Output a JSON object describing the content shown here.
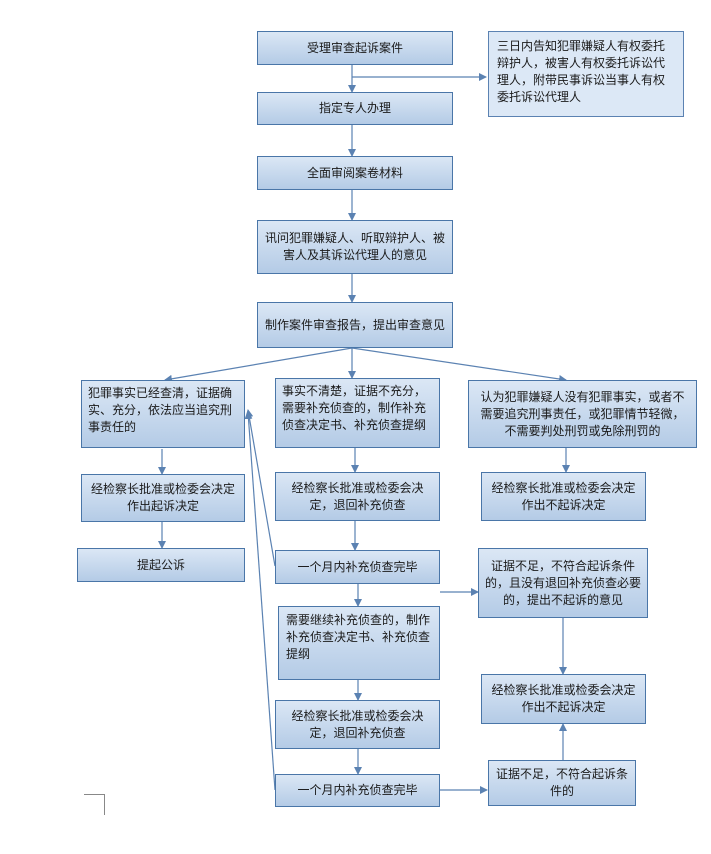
{
  "nodes": {
    "accept": "受理审查起诉案件",
    "notify": "三日内告知犯罪嫌疑人有权委托辩护人，被害人有权委托诉讼代理人，附带民事诉讼当事人有权委托诉讼代理人",
    "assign": "指定专人办理",
    "review": "全面审阅案卷材料",
    "interrogate": "讯问犯罪嫌疑人、听取辩护人、被害人及其诉讼代理人的意见",
    "report": "制作案件审查报告，提出审查意见",
    "facts_clear": "犯罪事实已经查清，证据确实、充分，依法应当追究刑事责任的",
    "facts_unclear": "事实不清楚，证据不充分，需要补充侦查的，制作补充侦查决定书、补充侦查提纲",
    "no_crime": "认为犯罪嫌疑人没有犯罪事实，或者不需要追究刑事责任，或犯罪情节轻微，不需要判处刑罚或免除刑罚的",
    "approve_prosecute": "经检察长批准或检委会决定作出起诉决定",
    "approve_return_1": "经检察长批准或检委会决定，退回补充侦查",
    "approve_no_prosecute_1": "经检察长批准或检委会决定作出不起诉决定",
    "file_prosecution": "提起公诉",
    "month_done_1": "一个月内补充侦查完毕",
    "insufficient_1": "证据不足，不符合起诉条件的，且没有退回补充侦查必要的，提出不起诉的意见",
    "continue_investigation": "需要继续补充侦查的，制作补充侦查决定书、补充侦查提纲",
    "approve_no_prosecute_2": "经检察长批准或检委会决定作出不起诉决定",
    "approve_return_2": "经检察长批准或检委会决定，退回补充侦查",
    "month_done_2": "一个月内补充侦查完毕",
    "insufficient_2": "证据不足，不符合起诉条件的"
  },
  "colors": {
    "box_top": "#dbe7f5",
    "box_bottom": "#b4cbe6",
    "border": "#4a76a8",
    "arrow": "#5b82b2"
  }
}
